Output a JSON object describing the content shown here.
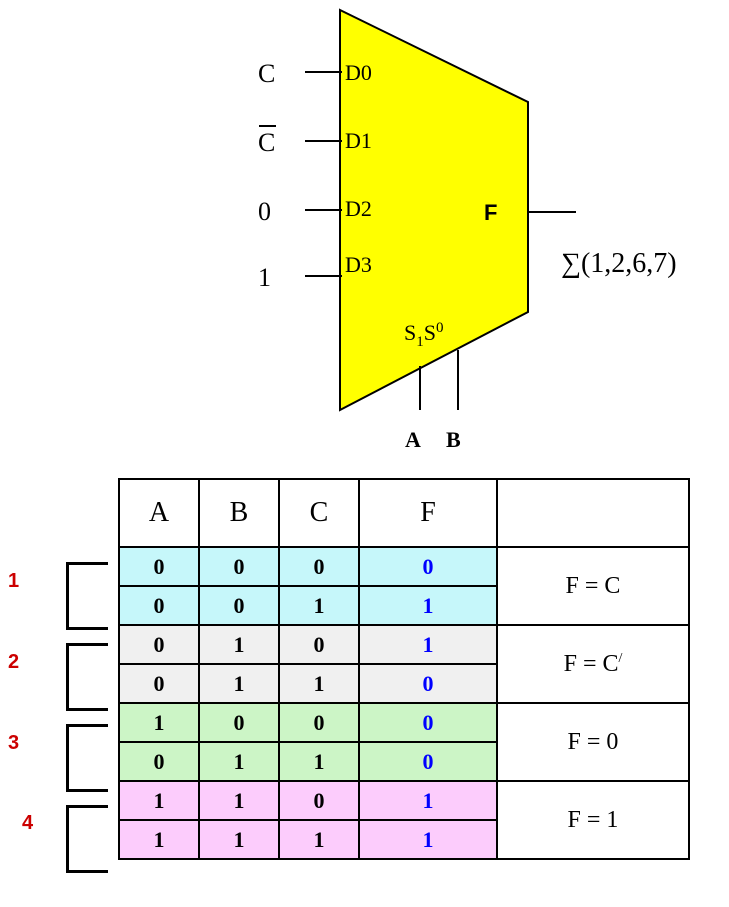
{
  "mux": {
    "inputs": [
      {
        "signal": "C",
        "pin": "D0"
      },
      {
        "signal": "C",
        "pin": "D1",
        "overbar": true
      },
      {
        "signal": "0",
        "pin": "D2"
      },
      {
        "signal": "1",
        "pin": "D3"
      }
    ],
    "output_label": "F",
    "select_pins": {
      "s1": "S",
      "s1_sub": "1",
      "s0": "S",
      "s0_sup": "0"
    },
    "select_inputs": [
      "A",
      "B"
    ],
    "function_label": "∑(1,2,6,7)",
    "body_color": "#ffff00"
  },
  "table": {
    "headers": [
      "A",
      "B",
      "C",
      "F",
      ""
    ],
    "groups": [
      {
        "number": "1",
        "color": "#c6f7fa",
        "expression": "F = C",
        "rows": [
          [
            "0",
            "0",
            "0",
            "0"
          ],
          [
            "0",
            "0",
            "1",
            "1"
          ]
        ]
      },
      {
        "number": "2",
        "color": "#f0f0f0",
        "expression": "F = C",
        "expression_prime": "/",
        "rows": [
          [
            "0",
            "1",
            "0",
            "1"
          ],
          [
            "0",
            "1",
            "1",
            "0"
          ]
        ]
      },
      {
        "number": "3",
        "color": "#ccf5c6",
        "expression": "F = 0",
        "rows": [
          [
            "1",
            "0",
            "0",
            "0"
          ],
          [
            "0",
            "1",
            "1",
            "0"
          ]
        ]
      },
      {
        "number": "4",
        "color": "#fcccfc",
        "expression": "F = 1",
        "rows": [
          [
            "1",
            "1",
            "0",
            "1"
          ],
          [
            "1",
            "1",
            "1",
            "1"
          ]
        ]
      }
    ],
    "f_column_color": "#0000ff"
  }
}
